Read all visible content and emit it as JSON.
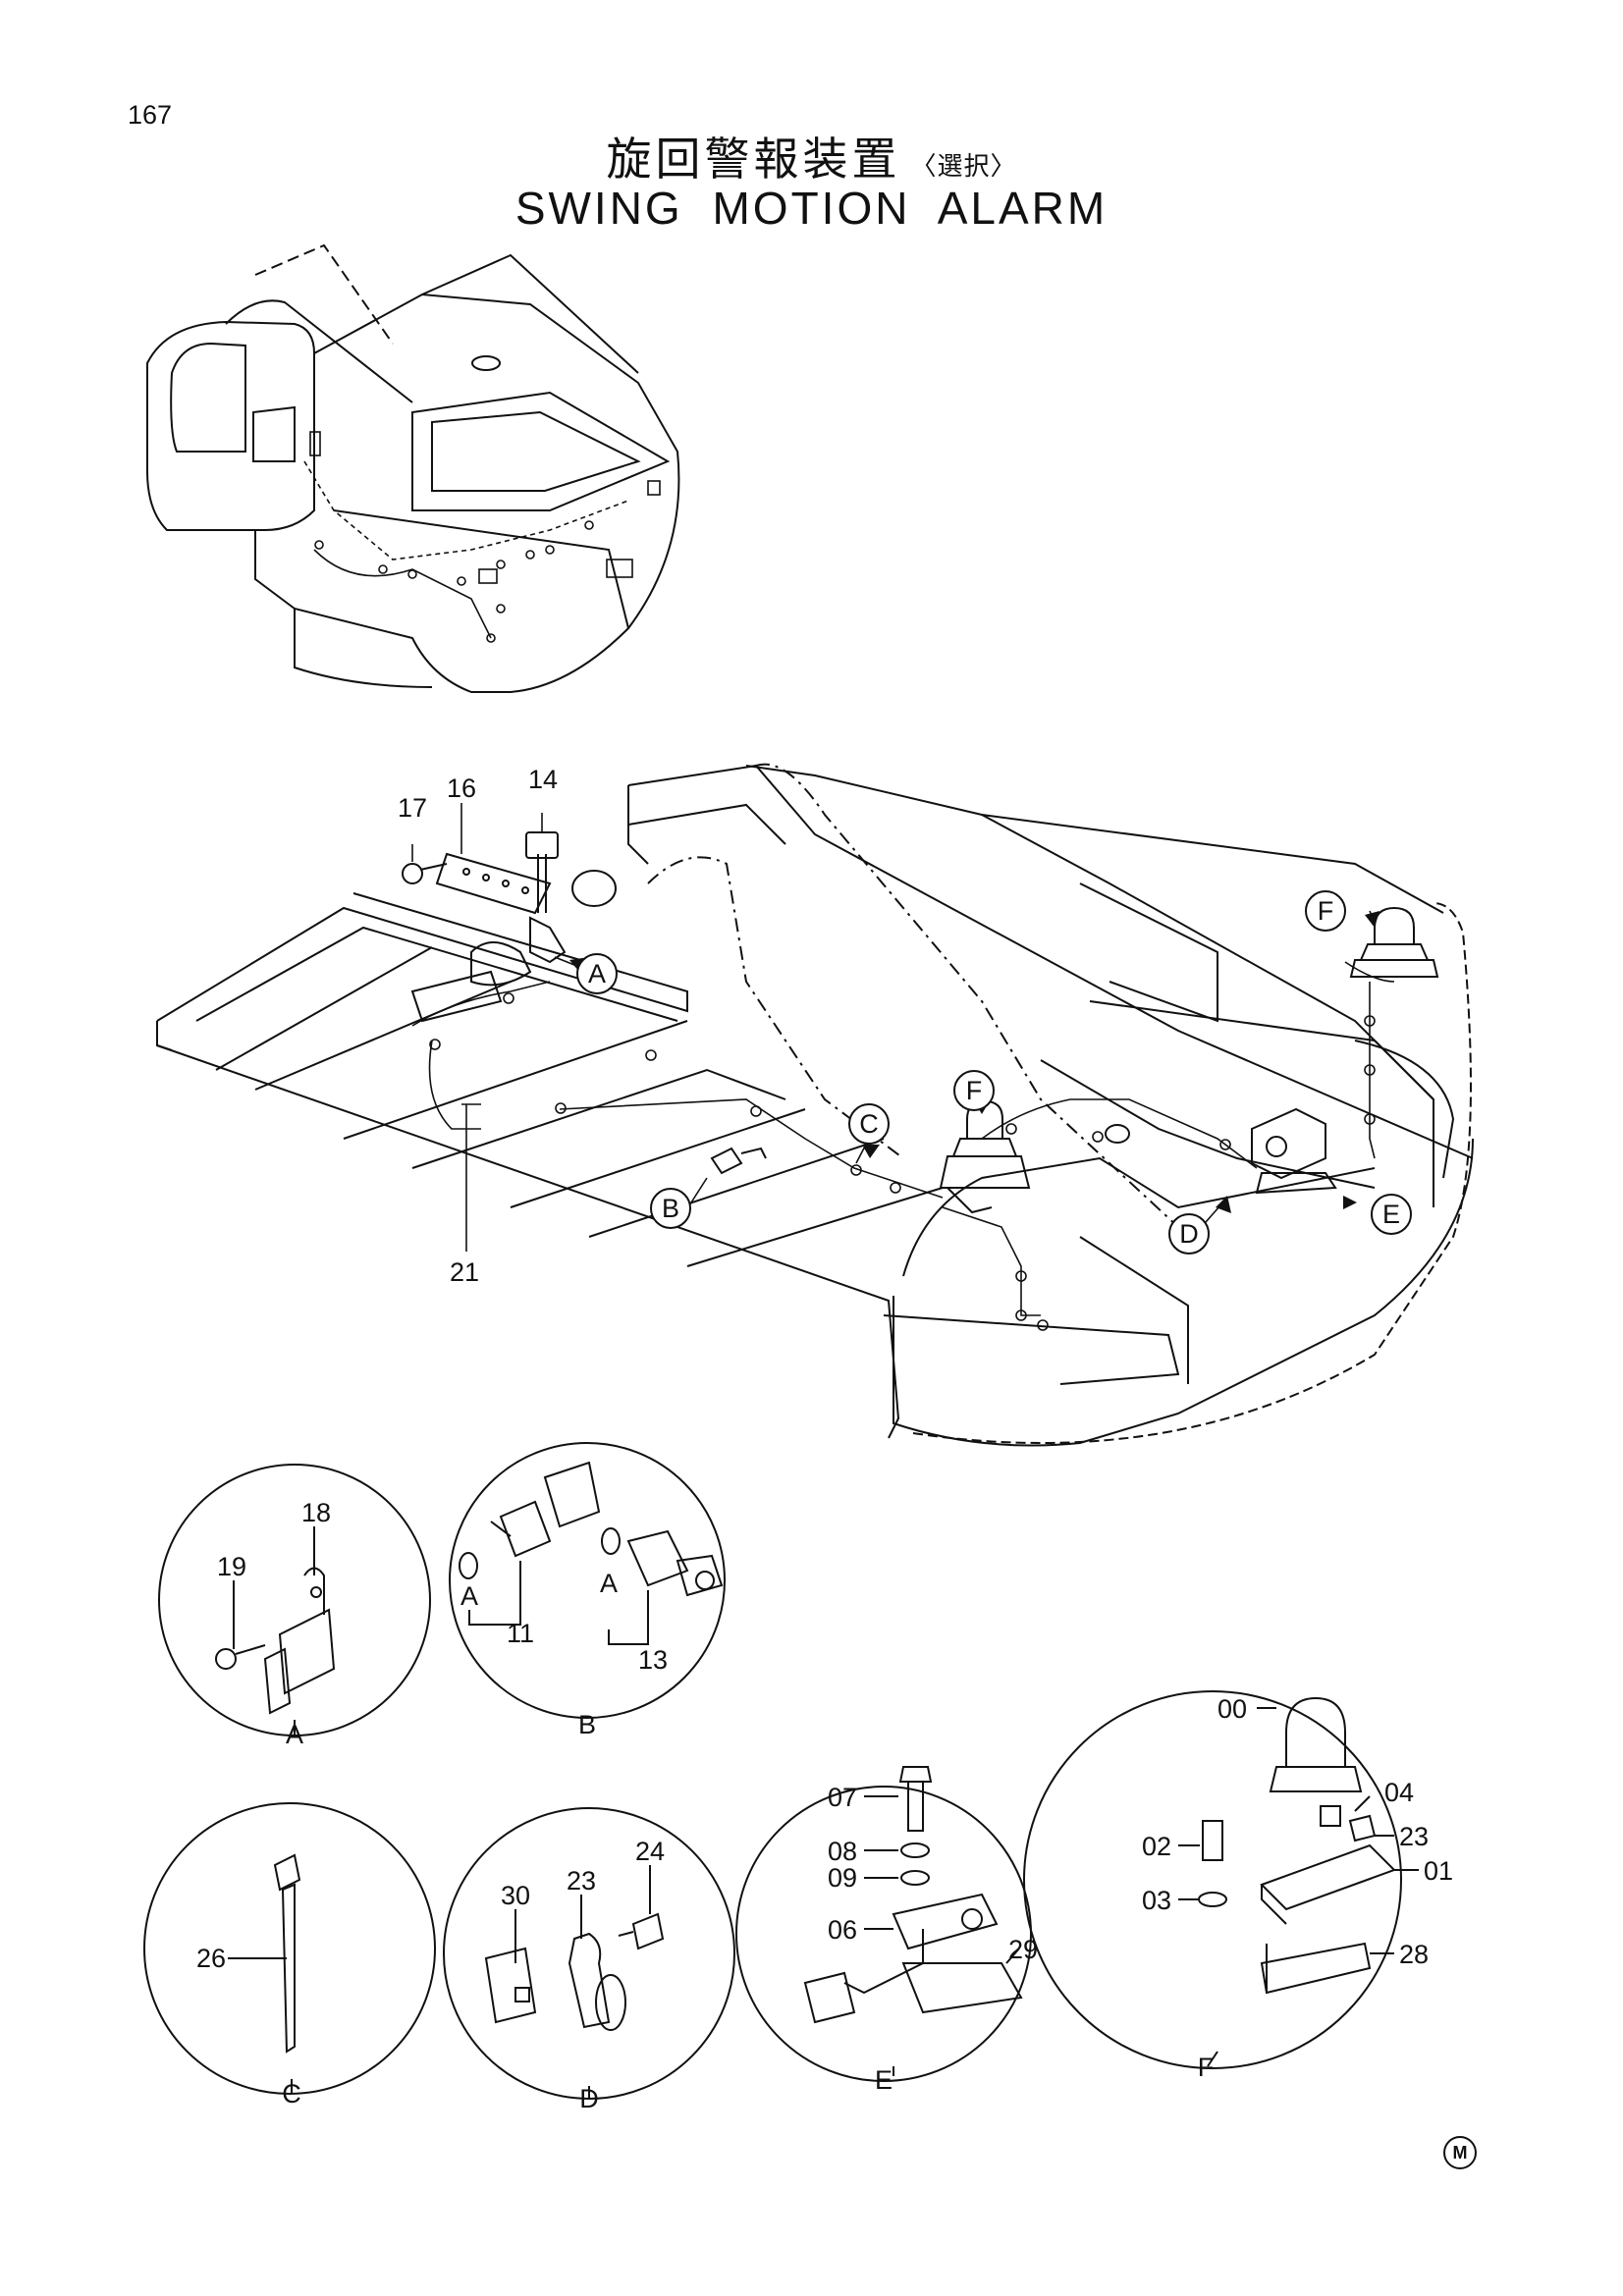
{
  "page_number": "167",
  "title_ja": "旋回警報装置",
  "title_ja_option": "〈選択〉",
  "title_en": "SWING MOTION ALARM",
  "main_callouts": {
    "part_17": "17",
    "part_16": "16",
    "part_14": "14",
    "part_21": "21",
    "view_A": "A",
    "view_B": "B",
    "view_C": "C",
    "view_D": "D",
    "view_E": "E",
    "view_F_left": "F",
    "view_F_right": "F"
  },
  "detail_views": {
    "A": {
      "label": "A",
      "parts": [
        "18",
        "19"
      ]
    },
    "B": {
      "label": "B",
      "parts": [
        "11",
        "13"
      ],
      "sub_labels": [
        "A",
        "A"
      ]
    },
    "C": {
      "label": "C",
      "parts": [
        "26"
      ]
    },
    "D": {
      "label": "D",
      "parts": [
        "30",
        "23",
        "24"
      ]
    },
    "E": {
      "label": "E",
      "parts": [
        "07",
        "08",
        "09",
        "06",
        "29"
      ]
    },
    "F": {
      "label": "F",
      "parts": [
        "00",
        "04",
        "02",
        "23",
        "03",
        "01",
        "28"
      ]
    }
  },
  "footer_mark": "M"
}
